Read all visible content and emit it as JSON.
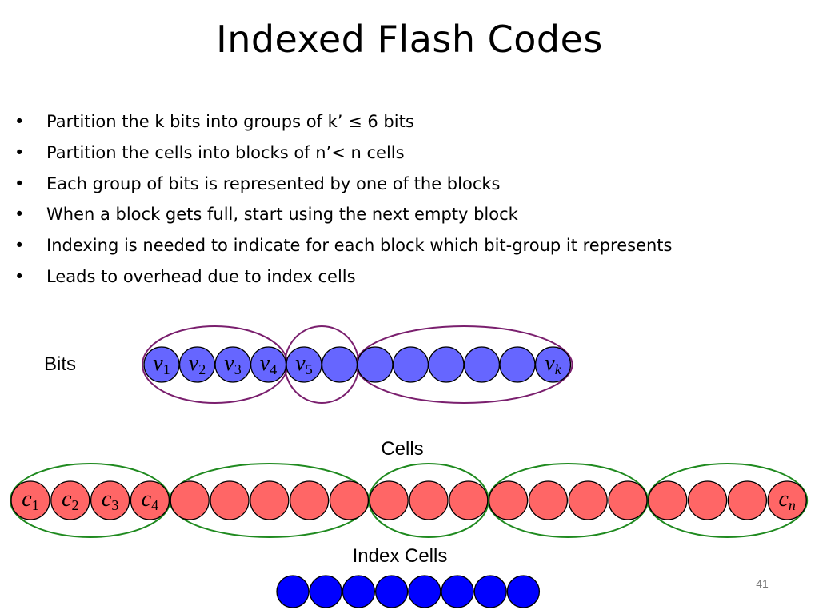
{
  "slide": {
    "title": "Indexed Flash Codes",
    "bullets": [
      "Partition the k bits into groups of k’ ≤ 6 bits",
      "Partition the cells into blocks of n’< n cells",
      "Each group of bits is represented by one of the blocks",
      "When a block gets full, start using the next empty block",
      "Indexing is needed to indicate for each block which bit-group it represents",
      "Leads to overhead due to index cells"
    ],
    "page_number": "41"
  },
  "diagram": {
    "bits_label": "Bits",
    "cells_label": "Cells",
    "index_cells_label": "Index Cells",
    "bits": {
      "count": 12,
      "labels": [
        {
          "base": "v",
          "sub": "1"
        },
        {
          "base": "v",
          "sub": "2"
        },
        {
          "base": "v",
          "sub": "3"
        },
        {
          "base": "v",
          "sub": "4"
        },
        {
          "base": "v",
          "sub": "5"
        },
        null,
        null,
        null,
        null,
        null,
        null,
        {
          "base": "v",
          "sub": "k"
        }
      ],
      "groups": [
        [
          0,
          3
        ],
        [
          4,
          5
        ],
        [
          6,
          11
        ]
      ]
    },
    "cells": {
      "count": 20,
      "labels": [
        {
          "base": "c",
          "sub": "1"
        },
        {
          "base": "c",
          "sub": "2"
        },
        {
          "base": "c",
          "sub": "3"
        },
        {
          "base": "c",
          "sub": "4"
        },
        null,
        null,
        null,
        null,
        null,
        null,
        null,
        null,
        null,
        null,
        null,
        null,
        null,
        null,
        null,
        {
          "base": "c",
          "sub": "n"
        }
      ],
      "blocks": [
        [
          0,
          3
        ],
        [
          4,
          8
        ],
        [
          9,
          11
        ],
        [
          12,
          15
        ],
        [
          16,
          19
        ]
      ]
    },
    "index_cells": {
      "count": 8
    },
    "colors": {
      "bit_fill": "#6666ff",
      "cell_fill": "#ff6666",
      "index_fill": "#0000ff",
      "bit_group_outline": "#7a1f6e",
      "cell_block_outline": "#1f8a1f",
      "circle_stroke": "#000000"
    }
  }
}
